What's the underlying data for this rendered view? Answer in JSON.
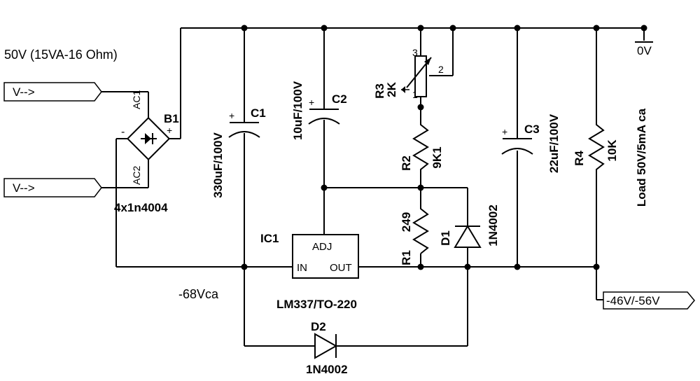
{
  "title": "50V (15VA-16 Ohm)",
  "input_ports": {
    "in1": "V-->",
    "in2": "V-->"
  },
  "bridge": {
    "ref": "B1",
    "part": "4x1n4004",
    "ac1": "AC1",
    "ac2": "AC2",
    "plus": "+",
    "minus": "-"
  },
  "c1": {
    "ref": "C1",
    "value": "330uF/100V",
    "polarity": "+"
  },
  "c2": {
    "ref": "C2",
    "value": "10uF/100V",
    "polarity": "+"
  },
  "c3": {
    "ref": "C3",
    "value": "22uF/100V",
    "polarity": "+"
  },
  "r1": {
    "ref": "R1",
    "value": "249"
  },
  "r2": {
    "ref": "R2",
    "value": "9K1"
  },
  "r3": {
    "ref": "R3",
    "value": "2K",
    "pin1": "1",
    "pin2": "2",
    "pin3": "3"
  },
  "r4": {
    "ref": "R4",
    "value": "10K"
  },
  "d1": {
    "ref": "D1",
    "part": "1N4002"
  },
  "d2": {
    "ref": "D2",
    "part": "1N4002"
  },
  "ic1": {
    "ref": "IC1",
    "part": "LM337/TO-220",
    "adj": "ADJ",
    "in": "IN",
    "out": "OUT"
  },
  "ground": {
    "label": "0V"
  },
  "neg_rail": {
    "label": "-68Vca"
  },
  "output_port": {
    "label": "-46V/-56V"
  },
  "load_note": "Load 50V/5mA ca"
}
